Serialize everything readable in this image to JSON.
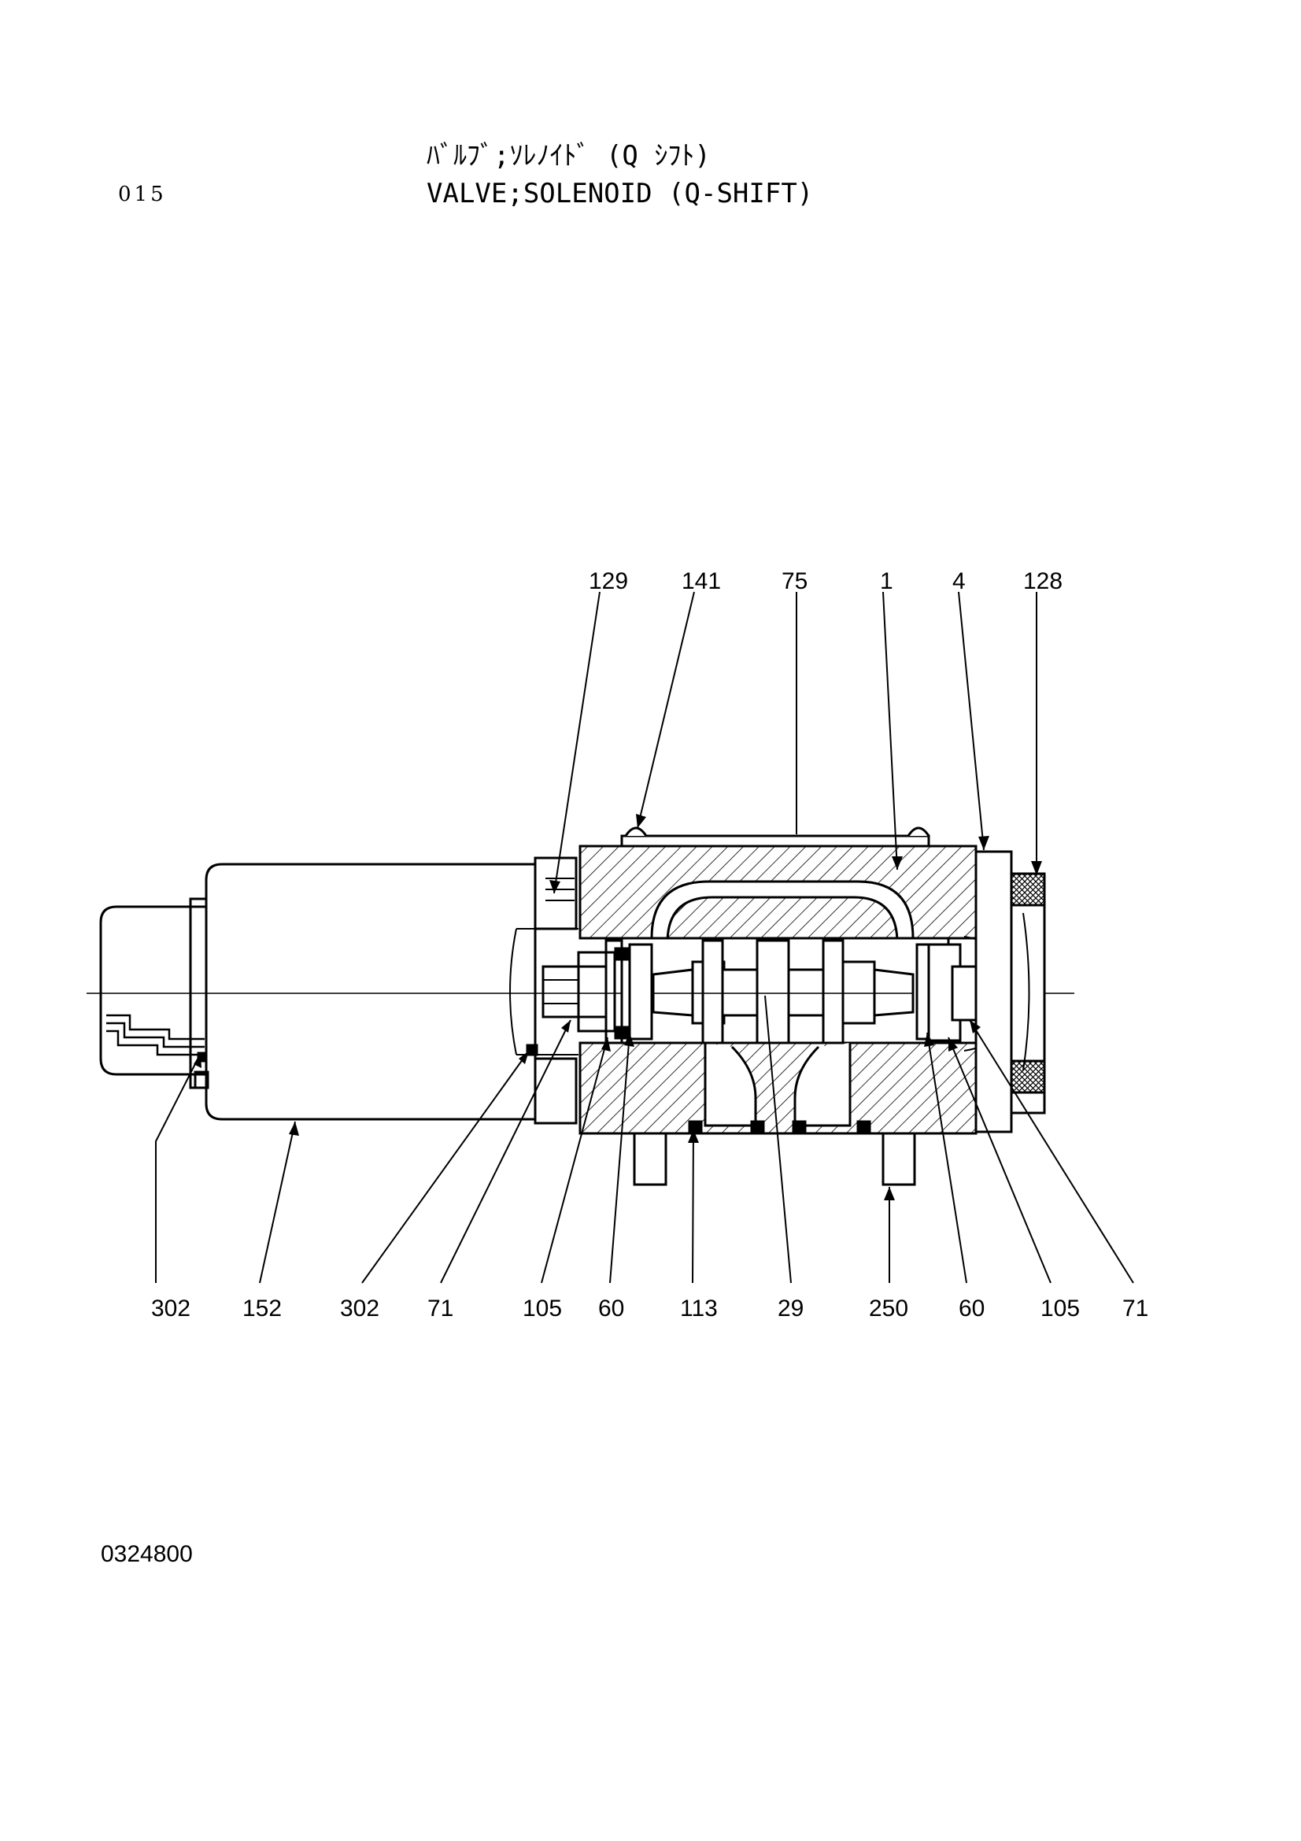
{
  "header": {
    "page_number": "015",
    "title_jp": "ﾊﾞﾙﾌﾞ;ｿﾚﾉｲﾄﾞ (Q ｼﾌﾄ)",
    "title_en": "VALVE;SOLENOID (Q-SHIFT)"
  },
  "footer": {
    "drawing_number": "0324800"
  },
  "callouts": {
    "top": [
      "129",
      "141",
      "75",
      "1",
      "4",
      "128"
    ],
    "bottom": [
      "302",
      "152",
      "302",
      "71",
      "105",
      "60",
      "113",
      "29",
      "250",
      "60",
      "105",
      "71"
    ]
  },
  "colors": {
    "ink": "#000000",
    "paper": "#ffffff"
  }
}
